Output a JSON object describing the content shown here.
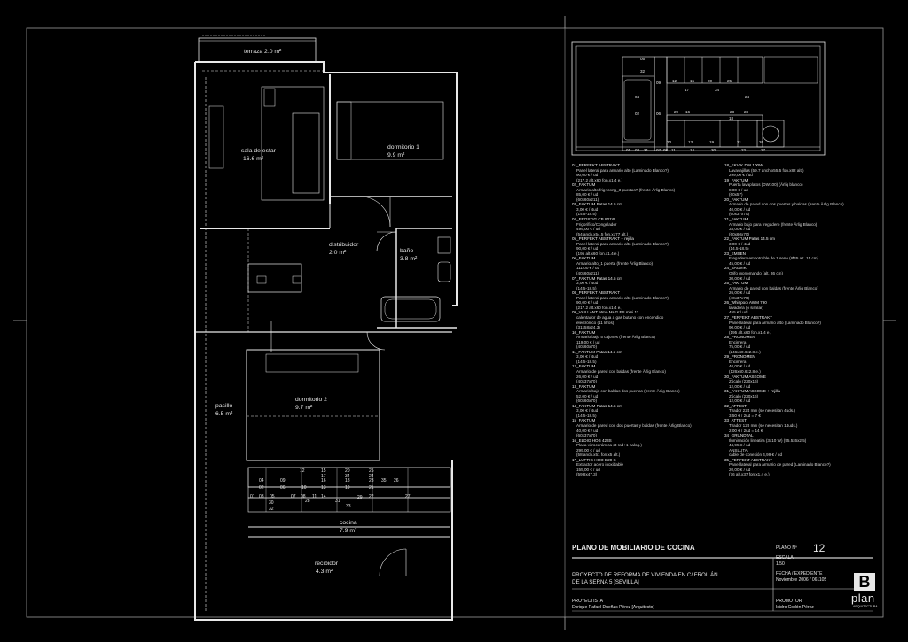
{
  "rooms": [
    {
      "id": "terraza",
      "name": "terraza 2.0 m²",
      "area": ""
    },
    {
      "id": "sala",
      "name": "sala de estar",
      "area": "16.6 m²"
    },
    {
      "id": "dorm1",
      "name": "dormitorio 1",
      "area": "9.9 m²"
    },
    {
      "id": "distribuidor",
      "name": "distribuidor",
      "area": "2.0 m²"
    },
    {
      "id": "bano",
      "name": "baño",
      "area": "3.8 m²"
    },
    {
      "id": "pasillo",
      "name": "pasillo",
      "area": "6.5 m²"
    },
    {
      "id": "dorm2",
      "name": "dormitorio 2",
      "area": "9.7 m²"
    },
    {
      "id": "cocina",
      "name": "cocina",
      "area": "7.9 m²"
    },
    {
      "id": "recibidor",
      "name": "recibidor",
      "area": "4.3 m²"
    }
  ],
  "plan_numbers": {
    "upper_row": [
      "12",
      "15",
      "20",
      "25"
    ],
    "upper_row2": [
      "17",
      "34",
      "24"
    ],
    "mid_row1": [
      "04",
      "09",
      "16",
      "18",
      "23",
      "35",
      "26"
    ],
    "mid_row2": [
      "02",
      "06",
      "10",
      "13",
      "19",
      "21"
    ],
    "low_row": [
      "01",
      "03",
      "05",
      "07",
      "08",
      "11",
      "14",
      "22",
      "27"
    ],
    "extra": [
      "30",
      "32",
      "28",
      "31",
      "29",
      "33"
    ]
  },
  "elevation_numbers": [
    "05",
    "32",
    "09",
    "12",
    "15",
    "20",
    "25",
    "17",
    "34",
    "04",
    "24",
    "02",
    "06",
    "29",
    "16",
    "28",
    "23",
    "18",
    "01",
    "03",
    "31",
    "07",
    "08",
    "11",
    "10",
    "13",
    "19",
    "21",
    "26",
    "14",
    "30",
    "22",
    "27"
  ],
  "items_col1": [
    {
      "head": "01_PERFEKT ABSTRAKT",
      "lines": [
        "Panel lateral para armario alto (Laminado Blanco?)",
        "90,00 € / ud",
        "(217.2 alt.x60 fon.x1.4 e.)"
      ]
    },
    {
      "head": "02_FAKTUM",
      "lines": [
        "Armario alto frig+cong_3 puertas? (frente Ärlig Blanco)",
        "85,00 € / ud",
        "(60x60x211)"
      ]
    },
    {
      "head": "03_FAKTUM Patas 14.5 cm",
      "lines": [
        "3,00 € / 4ud",
        "(14.5-18.5)"
      ]
    },
    {
      "head": "04_FROSTIG CB 801W",
      "lines": [
        "Frigorífico/Congelador",
        "499,00 € / ud",
        "(54 anch.x54.5 fon.x177 alt.)"
      ]
    },
    {
      "head": "05_PERFEKT ABSTRAKT + rejilla",
      "lines": [
        "Panel lateral para armario alto (Laminado Blanco?)",
        "90,00 € / ud",
        "(195 alt.x60 fon.x1.4 e.)"
      ]
    },
    {
      "head": "06_FAKTUM",
      "lines": [
        "Armario alto_1 puerta (frente Ärlig Blanco)",
        "111,00 € / ud",
        "(40x60x211)"
      ]
    },
    {
      "head": "07_FAKTUM Patas 14.5 cm",
      "lines": [
        "3,00 € / 4ud",
        "(14.5-18.5)"
      ]
    },
    {
      "head": "08_PERFEKT ABSTRAKT",
      "lines": [
        "Panel lateral para armario alto (Laminado Blanco?)",
        "90,00 € / ud",
        "(217.2 alt.x60 fon.x1.4 e.)"
      ]
    },
    {
      "head": "09_VAILLANT atmo MAG ES mini 11",
      "lines": [
        "calentador de agua a gas butano con encendido",
        "electrónico (11 litros)",
        "(31x58x24.3)"
      ]
    },
    {
      "head": "10_FAKTUM",
      "lines": [
        "Armario bajo 5 cajones (frente Ärlig Blanco)",
        "119,00 € / ud",
        "(40x60x70)"
      ]
    },
    {
      "head": "11_FAKTUM Patas 14.5 cm",
      "lines": [
        "3,00 € / 4ud",
        "(14.5-18.5)"
      ]
    },
    {
      "head": "12_FAKTUM",
      "lines": [
        "Armario de pared con baldas (frente Ärlig Blanco)",
        "26,00 € / ud",
        "(40x37x70)"
      ]
    },
    {
      "head": "13_FAKTUM",
      "lines": [
        "Armario bajo con baldas dos puertas (frente Ärlig Blanco)",
        "52,00 € / ud",
        "(60x60x70)"
      ]
    },
    {
      "head": "14_FAKTUM Patas 14.5 cm",
      "lines": [
        "3,00 € / 4ud",
        "(14.5-18.5)"
      ]
    },
    {
      "head": "15_FAKTUM",
      "lines": [
        "Armario de pared con dos puertas y baldas (frente Ärlig Blanco)",
        "40,00 € / ud",
        "(60x37x70)"
      ]
    },
    {
      "head": "16_ELDIG HOB 423S",
      "lines": [
        "Placa vitrocerámica (3 rad+1 halog.)",
        "299,00 € / ud",
        "(58 anch.x51 fon.x5 alt.)"
      ]
    },
    {
      "head": "17_LUFTIG HOO B20 S",
      "lines": [
        "Extractor acero inoxidable",
        "155,00 € / ud",
        "(59.8x47.3)"
      ]
    }
  ],
  "items_col2": [
    {
      "head": "18_EKVIK DW 100W",
      "lines": [
        "Lavavajillas (59.7 anch.x55.5 fon.x82 alt.)",
        "299,00 € / ud"
      ]
    },
    {
      "head": "19_FAKTUM",
      "lines": [
        "Puerta lavaplatos (DW100) (Ärlig blanco)",
        "8,00 € / ud",
        "(60x57)"
      ]
    },
    {
      "head": "20_FAKTUM",
      "lines": [
        "Armario de pared con dos puertas y baldas (frente Ärlig Blanco)",
        "40,00 € / ud",
        "(60x37x70)"
      ]
    },
    {
      "head": "21_FAKTUM",
      "lines": [
        "Armario bajo para fregadero (frente Ärlig Blanco)",
        "33,00 € / ud",
        "(60x60x70)"
      ]
    },
    {
      "head": "22_FAKTUM Patas 14.5 cm",
      "lines": [
        "3,00 € / 4ud",
        "(14.5-18.5)"
      ]
    },
    {
      "head": "23_EMSEN",
      "lines": [
        "Fregadero empotrable de 1 seno (Ø45 alt. 15 cm)",
        "45,00 € / ud"
      ]
    },
    {
      "head": "24_BAGVIK",
      "lines": [
        "Grifo monomando (alt. 36 cm)",
        "30,00 € / ud"
      ]
    },
    {
      "head": "25_FAKTUM",
      "lines": [
        "Armario de pared con baldas (frente Ärlig Blanco)",
        "26,00 € / ud",
        "(40x37x70)"
      ]
    },
    {
      "head": "26_Whirlpool AWM 790",
      "lines": [
        "lavadora (o similar)",
        "455 € / ud"
      ]
    },
    {
      "head": "27_PERFEKT ABSTRAKT",
      "lines": [
        "Panel lateral para armario alto (Laminado Blanco?)",
        "90,00 € / ud",
        "(195 alt.x60 fon.x1.4 e.)"
      ]
    },
    {
      "head": "28_PRONOMEN",
      "lines": [
        "Encimera",
        "75,00 € / ud",
        "(246x60.6x2.8 e.)"
      ]
    },
    {
      "head": "29_PRONOMEN",
      "lines": [
        "Encimera",
        "40,00 € / ud",
        "(126x60.6x2.8 e.)"
      ]
    },
    {
      "head": "30_FAKTUM ASKOME",
      "lines": [
        "Zócalo (220x16)",
        "12,00 € / ud"
      ]
    },
    {
      "head": "31_FAKTUM ASKOME + rejilla",
      "lines": [
        "Zócalo (220x16)",
        "12,00 € / ud"
      ]
    },
    {
      "head": "32_ATTEST",
      "lines": [
        "Tirador 224 mm (se necesitan 4uds.)",
        "3,50 € / 2ud = 7 €"
      ]
    },
    {
      "head": "33_ATTEST",
      "lines": [
        "Tirador 128 mm (se necesitan 14uds.)",
        "2,00 € / 2ud = 14 €"
      ]
    },
    {
      "head": "34_GRUNDTAL",
      "lines": [
        "Iluminación lineatira (3x10 W)  (55.5x6x2.5)",
        "44,95 € / ud",
        "ANSLUTA",
        "cable de conexión 4,99 € / ud"
      ]
    },
    {
      "head": "35_PERFEKT ABSTRAKT",
      "lines": [
        "Panel lateral para armario de pared (Laminado Blanco?)",
        "20,00 € / ud",
        "(76 alt.x37 fon.x1.4 e.)"
      ]
    }
  ],
  "title_block": {
    "plan_title": "PLANO DE MOBILIARIO DE COCINA",
    "plano_label": "PLANO Nº",
    "plano_number": "12",
    "escala_label": "ESCALA",
    "escala_value": "1/50",
    "project_line1": "PROYECTO DE REFORMA DE VIVIENDA EN C/ FROILÁN",
    "project_line2": "DE LA SERNA 5 [SEVILLA]",
    "fecha_label": "FECHA / EXPEDIENTE",
    "fecha_value": "Noviembre 2006 / 061105",
    "proyectista_label": "PROYECTISTA",
    "proyectista_value": "Enrique Rafael Dueñas Pérez  [Arquitecto]",
    "promotor_label": "PROMOTOR",
    "promotor_value": "Isidro Codón Pérez",
    "logo_letter": "B",
    "logo_text": "plan",
    "logo_sub": "ARQUITECTURA"
  }
}
